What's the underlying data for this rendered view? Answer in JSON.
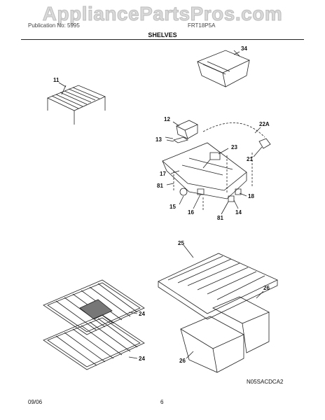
{
  "watermark": "AppliancePartsPros.com",
  "header": {
    "left": "Publication No: 5995",
    "right": "FRT18P5A"
  },
  "section_title": "SHELVES",
  "diagram_code": "N05SACDCA2",
  "footer": {
    "date": "09/06",
    "page": "6"
  },
  "callouts": {
    "c11": "11",
    "c34": "34",
    "c12": "12",
    "c22a": "22A",
    "c13": "13",
    "c23": "23",
    "c21": "21",
    "c17": "17",
    "c81a": "81",
    "c18": "18",
    "c15": "15",
    "c16": "16",
    "c81b": "81",
    "c14": "14",
    "c25": "25",
    "c26a": "26",
    "c24a": "24",
    "c24b": "24",
    "c26b": "26"
  }
}
